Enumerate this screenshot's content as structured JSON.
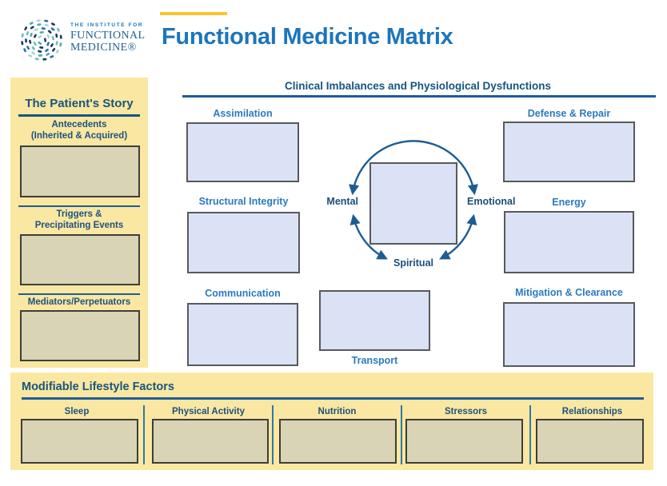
{
  "brand": {
    "logo_line1": "THE INSTITUTE FOR",
    "logo_line2": "FUNCTIONAL",
    "logo_line3": "MEDICINE®",
    "title": "Functional Medicine Matrix"
  },
  "patient_story": {
    "heading": "The Patient's Story",
    "sections": [
      {
        "label": "Antecedents\n(Inherited & Acquired)"
      },
      {
        "label": "Triggers &\nPrecipitating Events"
      },
      {
        "label": "Mediators/Perpetuators"
      }
    ]
  },
  "clinical": {
    "heading": "Clinical Imbalances and Physiological Dysfunctions",
    "labels": {
      "assimilation": "Assimilation",
      "defense": "Defense & Repair",
      "structural": "Structural Integrity",
      "energy": "Energy",
      "communication": "Communication",
      "mitigation": "Mitigation & Clearance",
      "transport": "Transport"
    },
    "center": {
      "mental": "Mental",
      "emotional": "Emotional",
      "spiritual": "Spiritual"
    }
  },
  "lifestyle": {
    "heading": "Modifiable Lifestyle Factors",
    "columns": [
      {
        "label": "Sleep"
      },
      {
        "label": "Physical Activity"
      },
      {
        "label": "Nutrition"
      },
      {
        "label": "Stressors"
      },
      {
        "label": "Relationships"
      }
    ]
  },
  "colors": {
    "title_blue": "#1C75BC",
    "navy_heading": "#17557E",
    "label_blue": "#2B7ABF",
    "center_navy": "#1D4E79",
    "panel_yellow": "#FAE7A1",
    "accent_yellow": "#FCC52C",
    "field_tan": "#D8D4B5",
    "field_lavender": "#DBE2F6",
    "arrow_blue": "#1E5C94"
  },
  "icons": {
    "logo_mark": "ifm-mosaic-circle"
  }
}
